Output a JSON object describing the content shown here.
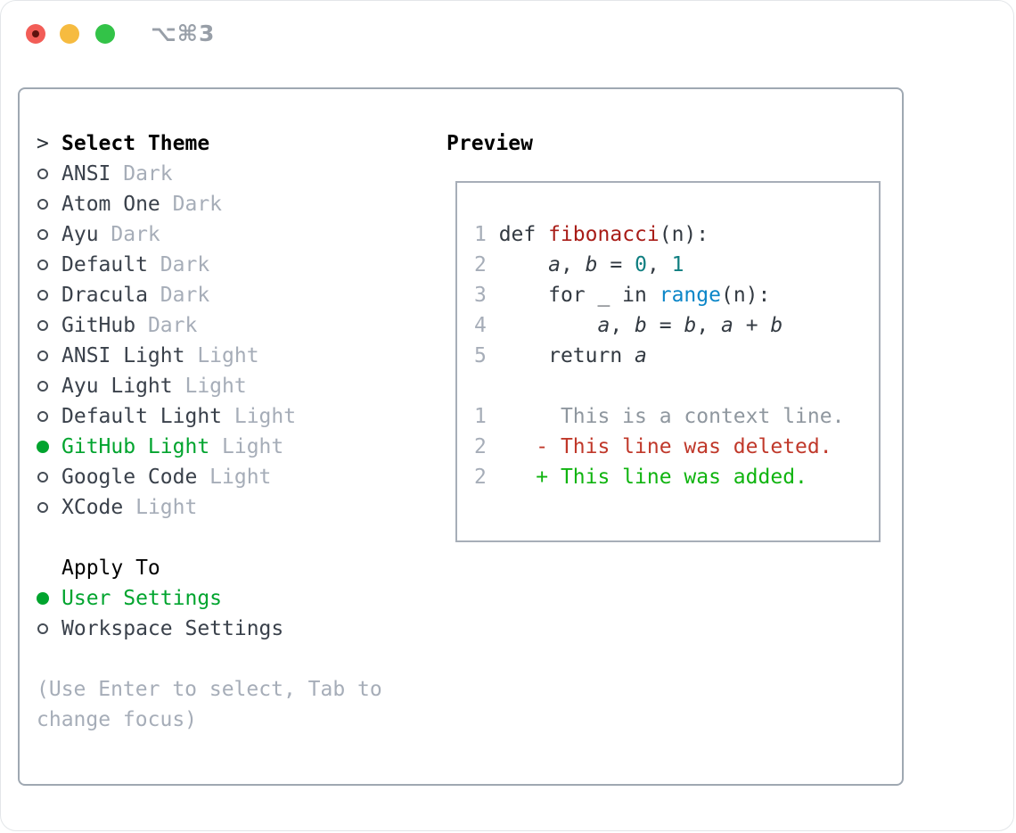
{
  "window": {
    "shortcut_label": "⌥⌘3"
  },
  "colors": {
    "accent_green": "#00a42e",
    "diff_added_green": "#10b410",
    "diff_deleted_red": "#c0382a",
    "function_red": "#a81c17",
    "builtin_blue": "#0b86c8",
    "number_teal": "#0f7e80",
    "muted_gray": "#a6adb8",
    "traffic_red": "#f25d57",
    "traffic_yellow": "#f6bb40",
    "traffic_green": "#33c348"
  },
  "theme_panel": {
    "cursor": ">",
    "header": "Select Theme",
    "items": [
      {
        "name": "ANSI",
        "tag": "Dark",
        "selected": false
      },
      {
        "name": "Atom One",
        "tag": "Dark",
        "selected": false
      },
      {
        "name": "Ayu",
        "tag": "Dark",
        "selected": false
      },
      {
        "name": "Default",
        "tag": "Dark",
        "selected": false
      },
      {
        "name": "Dracula",
        "tag": "Dark",
        "selected": false
      },
      {
        "name": "GitHub",
        "tag": "Dark",
        "selected": false
      },
      {
        "name": "ANSI Light",
        "tag": "Light",
        "selected": false
      },
      {
        "name": "Ayu Light",
        "tag": "Light",
        "selected": false
      },
      {
        "name": "Default Light",
        "tag": "Light",
        "selected": false
      },
      {
        "name": "GitHub Light",
        "tag": "Light",
        "selected": true
      },
      {
        "name": "Google Code",
        "tag": "Light",
        "selected": false
      },
      {
        "name": "XCode",
        "tag": "Light",
        "selected": false
      }
    ],
    "apply_header": "Apply To",
    "apply_options": [
      {
        "name": "User Settings",
        "selected": true
      },
      {
        "name": "Workspace Settings",
        "selected": false
      }
    ],
    "hint": "(Use Enter to select, Tab to change focus)"
  },
  "preview": {
    "header": "Preview",
    "lines": [
      {
        "ln": "1",
        "segs": [
          {
            "t": " def ",
            "c": "tok-plain"
          },
          {
            "t": "fibonacci",
            "c": "tok-function"
          },
          {
            "t": "(n):",
            "c": "tok-plain"
          }
        ]
      },
      {
        "ln": "2",
        "segs": [
          {
            "t": "     ",
            "c": "tok-plain"
          },
          {
            "t": "a",
            "c": "tok-variable"
          },
          {
            "t": ", ",
            "c": "tok-plain"
          },
          {
            "t": "b",
            "c": "tok-variable"
          },
          {
            "t": " = ",
            "c": "tok-plain"
          },
          {
            "t": "0",
            "c": "tok-number"
          },
          {
            "t": ", ",
            "c": "tok-plain"
          },
          {
            "t": "1",
            "c": "tok-number"
          }
        ]
      },
      {
        "ln": "3",
        "segs": [
          {
            "t": "     for _ in ",
            "c": "tok-plain"
          },
          {
            "t": "range",
            "c": "tok-builtin"
          },
          {
            "t": "(n):",
            "c": "tok-plain"
          }
        ]
      },
      {
        "ln": "4",
        "segs": [
          {
            "t": "         ",
            "c": "tok-plain"
          },
          {
            "t": "a",
            "c": "tok-variable"
          },
          {
            "t": ", ",
            "c": "tok-plain"
          },
          {
            "t": "b",
            "c": "tok-variable"
          },
          {
            "t": " = ",
            "c": "tok-plain"
          },
          {
            "t": "b",
            "c": "tok-variable"
          },
          {
            "t": ", ",
            "c": "tok-plain"
          },
          {
            "t": "a",
            "c": "tok-variable"
          },
          {
            "t": " + ",
            "c": "tok-plain"
          },
          {
            "t": "b",
            "c": "tok-variable"
          }
        ]
      },
      {
        "ln": "5",
        "segs": [
          {
            "t": "     return ",
            "c": "tok-plain"
          },
          {
            "t": "a",
            "c": "tok-variable"
          }
        ]
      },
      {
        "ln": "",
        "segs": []
      },
      {
        "ln": "1",
        "segs": [
          {
            "t": "      This is a context line.",
            "c": "tok-context"
          }
        ]
      },
      {
        "ln": "2",
        "segs": [
          {
            "t": "    - This line was deleted.",
            "c": "tok-deleted"
          }
        ]
      },
      {
        "ln": "2",
        "segs": [
          {
            "t": "    + This line was added.",
            "c": "tok-added"
          }
        ]
      }
    ]
  }
}
